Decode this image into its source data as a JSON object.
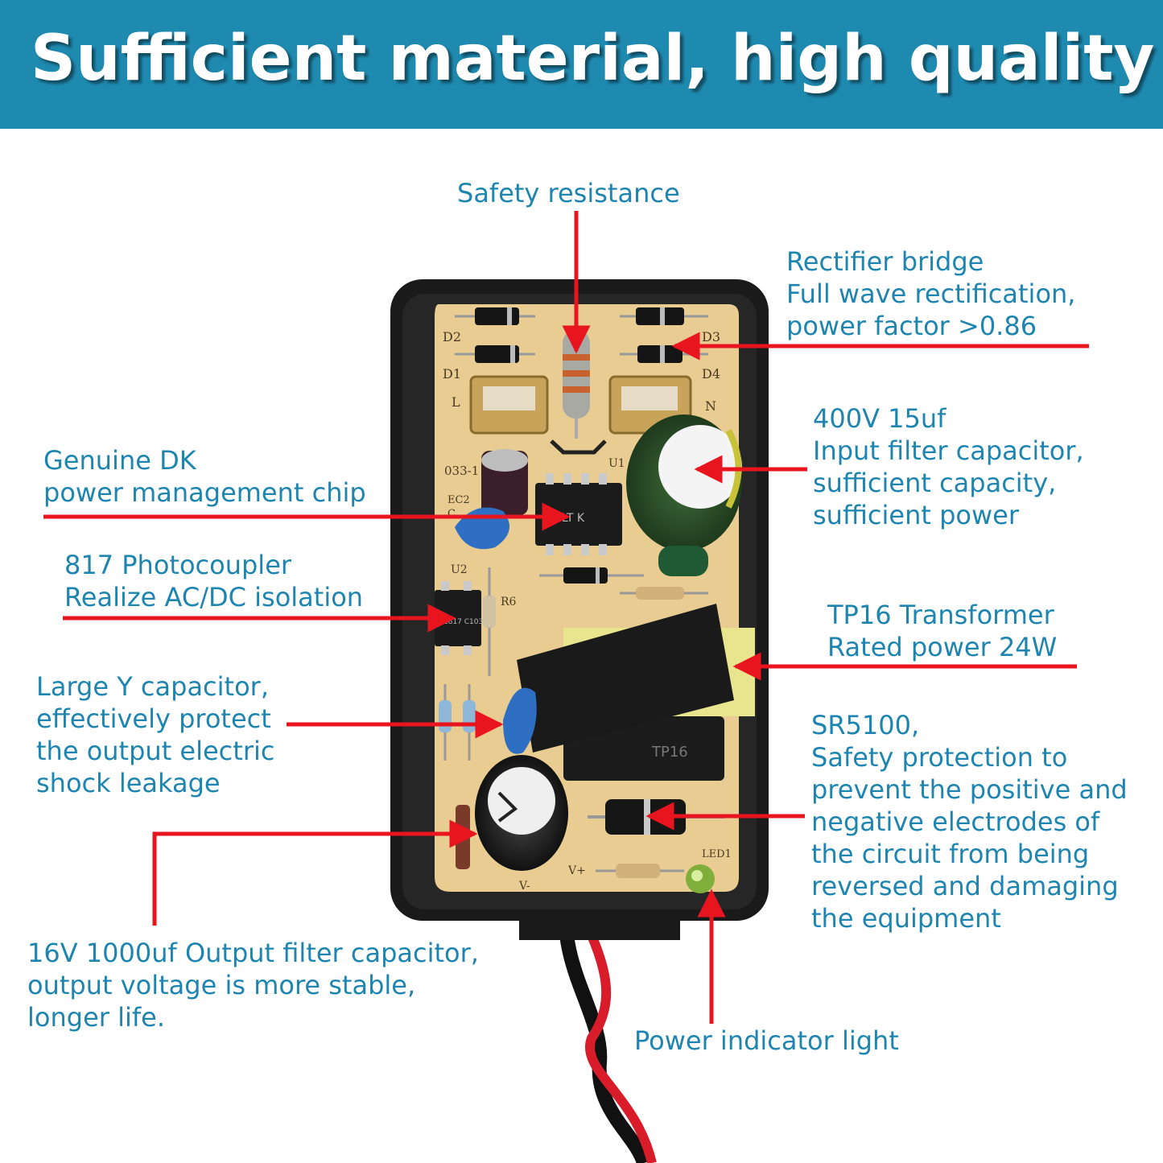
{
  "title": "Sufficient material, high quality",
  "labels": {
    "safety_resistance": [
      "Safety resistance"
    ],
    "rectifier": [
      "Rectifier bridge",
      "Full wave rectification,",
      "power factor >0.86"
    ],
    "input_cap": [
      "400V 15uf",
      "Input filter capacitor,",
      "sufficient capacity,",
      "sufficient power"
    ],
    "dk_chip": [
      "Genuine DK",
      "power management chip"
    ],
    "photocoupler": [
      "817 Photocoupler",
      "Realize AC/DC isolation"
    ],
    "transformer": [
      "TP16 Transformer",
      "Rated power 24W"
    ],
    "y_cap": [
      "Large Y capacitor,",
      "effectively protect",
      "the output electric",
      "shock leakage"
    ],
    "sr5100": [
      "SR5100,",
      "Safety protection to",
      "prevent the positive and",
      "negative electrodes of",
      "the circuit from being",
      "reversed and damaging",
      "the equipment"
    ],
    "output_cap": [
      "16V 1000uf Output filter capacitor,",
      "output voltage is more stable,",
      "longer life."
    ],
    "indicator": [
      "Power indicator light"
    ]
  },
  "board_silkscreen": {
    "d1": "D1",
    "d2": "D2",
    "d3": "D3",
    "d4": "D4",
    "l": "L",
    "n": "N",
    "code": "033-1",
    "u1": "U1",
    "u2": "U2",
    "r6": "R6",
    "ec2": "EC2",
    "c": "C",
    "v_minus": "V-",
    "v_plus": "V+",
    "led": "LED1",
    "chip_mark": "LT K",
    "opto_mark": "PC817 C103",
    "transformer_mark": "TP16"
  },
  "colors": {
    "banner": "#1f8ab0",
    "label_text": "#1d85b0",
    "arrow": "#e8141e",
    "pcb": "#e8cc92",
    "case": "#1a1a1a"
  }
}
